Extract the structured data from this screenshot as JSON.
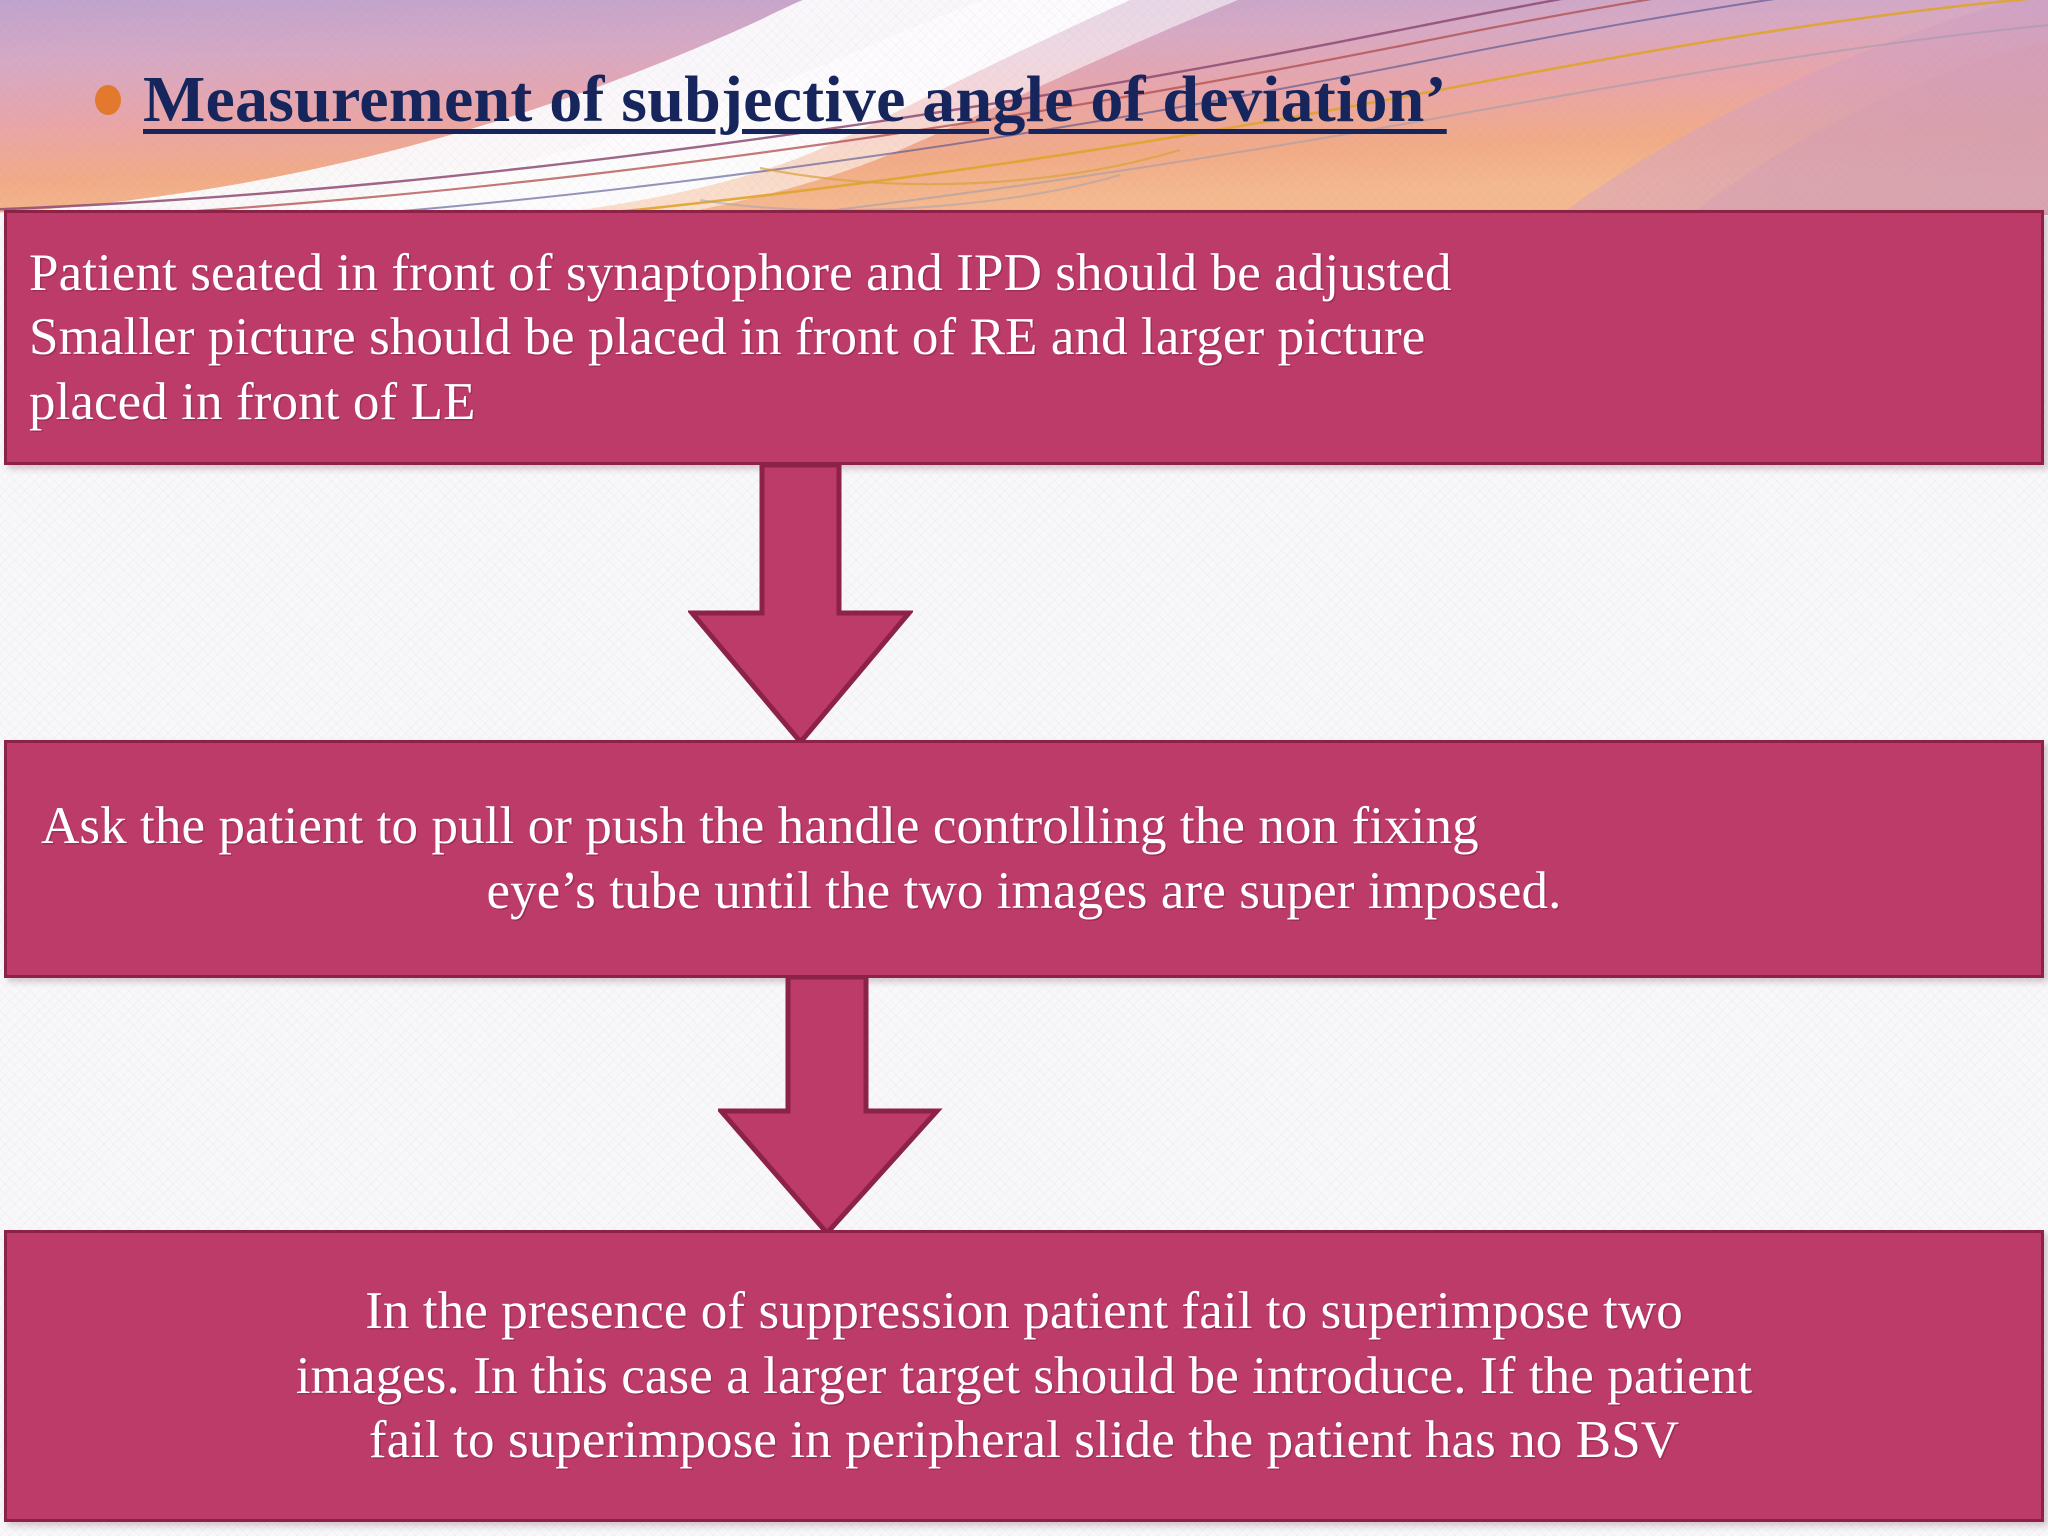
{
  "slide": {
    "title": "Measurement of subjective angle of deviation’",
    "bullet_icon": "bullet-dot-icon",
    "accent_colors": {
      "title_text": "#16265c",
      "bullet": "#e2792f",
      "box_fill": "#bc3b69",
      "box_border": "#8c2246",
      "box_text": "#ffffff",
      "arrow_fill": "#bc3b69",
      "arrow_border": "#8c2246",
      "background_top": "#c3a6cd",
      "background_mid": "#e9a7ab",
      "background_bottom": "#f3a97f",
      "background_body": "#f7f6f9"
    }
  },
  "flow": {
    "steps": [
      {
        "id": "step-1",
        "lines": [
          "Patient seated in front of synaptophore and IPD should be adjusted",
          "Smaller picture should be placed in front of RE and larger picture",
          "placed in front of LE"
        ]
      },
      {
        "id": "step-2",
        "lines": [
          "Ask the patient to pull or push the handle controlling the non fixing",
          "eye’s tube until the two images are super imposed."
        ]
      },
      {
        "id": "step-3",
        "lines": [
          "In the presence of suppression patient fail to superimpose two",
          "images. In this case a larger target should be introduce. If the patient",
          "fail to superimpose in peripheral slide the patient has no BSV"
        ]
      }
    ],
    "connectors": [
      {
        "id": "connector-1",
        "icon": "arrow-down-icon"
      },
      {
        "id": "connector-2",
        "icon": "arrow-down-icon"
      }
    ]
  }
}
